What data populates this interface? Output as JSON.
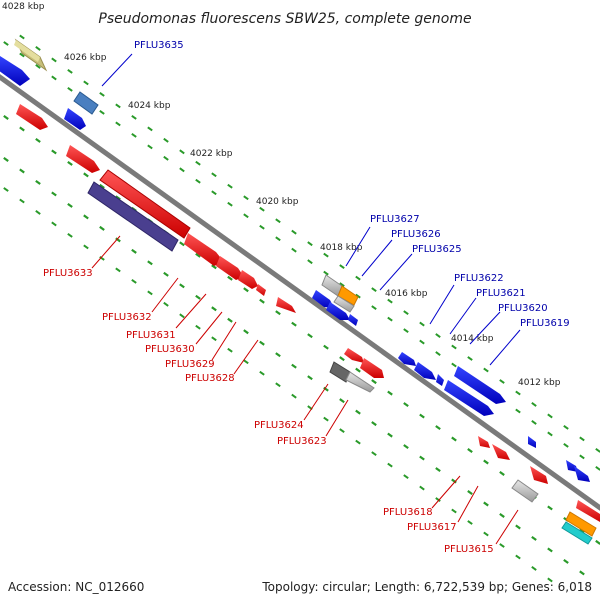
{
  "title": "Pseudomonas fluorescens SBW25, complete genome",
  "footer": {
    "accession": "Accession: NC_012660",
    "summary": "Topology: circular; Length: 6,722,539 bp; Genes: 6,018"
  },
  "kbp_labels": [
    "4028 kbp",
    "4026 kbp",
    "4024 kbp",
    "4022 kbp",
    "4020 kbp",
    "4018 kbp",
    "4016 kbp",
    "4014 kbp",
    "4012 kbp"
  ],
  "gene_labels_blue": [
    "PFLU3635",
    "PFLU3627",
    "PFLU3626",
    "PFLU3625",
    "PFLU3622",
    "PFLU3621",
    "PFLU3620",
    "PFLU3619"
  ],
  "gene_labels_red": [
    "PFLU3633",
    "PFLU3632",
    "PFLU3631",
    "PFLU3630",
    "PFLU3629",
    "PFLU3628",
    "PFLU3624",
    "PFLU3623",
    "PFLU3618",
    "PFLU3617",
    "PFLU3615"
  ],
  "colors": {
    "forward_gene": "#1a1aee",
    "reverse_gene": "#ee1111",
    "backbone": "#777777",
    "tick": "#229922",
    "blue_label": "#0000aa",
    "red_label": "#cc0000"
  }
}
